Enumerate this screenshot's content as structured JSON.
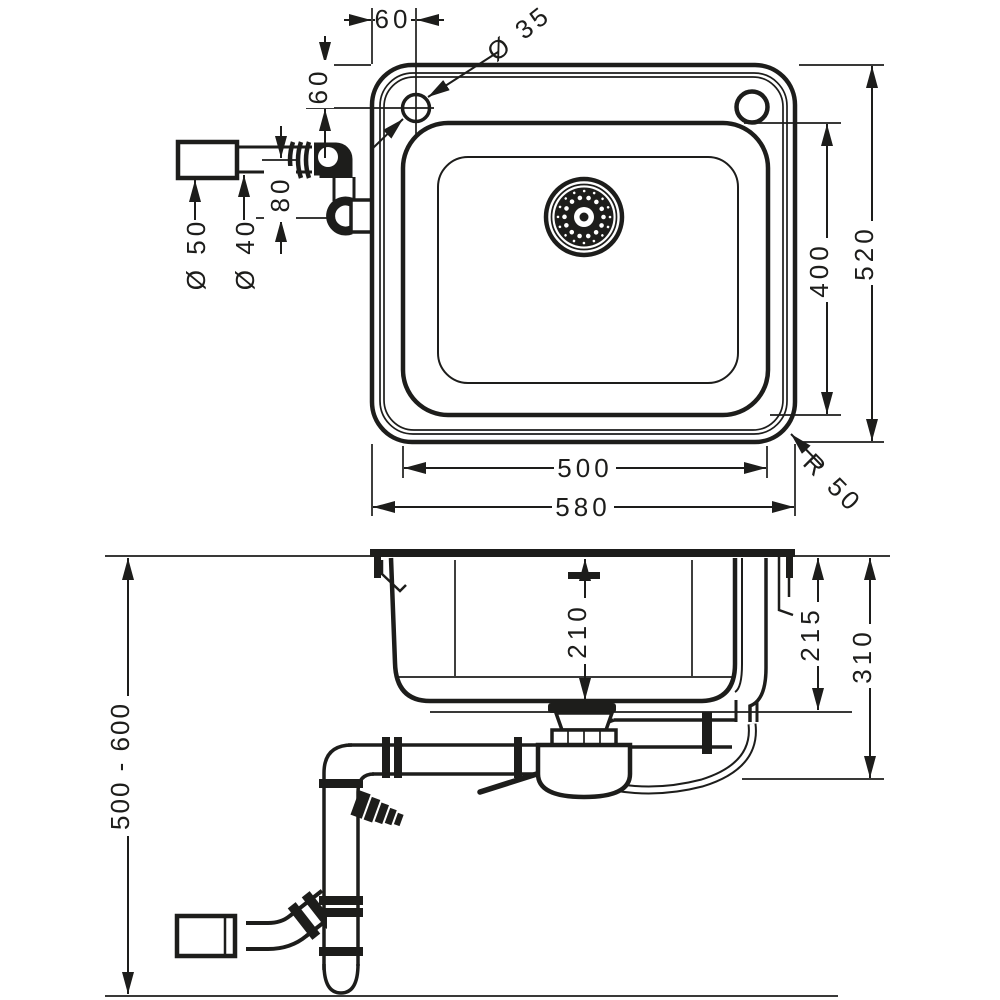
{
  "top_view": {
    "faucet_hole_offset_x": "60",
    "faucet_hole_offset_y": "60",
    "faucet_hole_diameter": "Ø 35",
    "drain_connection_offset": "80",
    "drain_pipe_diameter_outer": "Ø 50",
    "drain_pipe_diameter_inner": "Ø 40",
    "bowl_length": "500",
    "overall_length": "580",
    "bowl_width": "400",
    "overall_width": "520",
    "corner_radius": "R 50"
  },
  "section_view": {
    "bowl_depth": "210",
    "depth_below_counter": "215",
    "total_depth": "310",
    "outlet_height_range": "500 - 600"
  },
  "colors": {
    "line": "#1d1d1b",
    "background": "#ffffff"
  }
}
